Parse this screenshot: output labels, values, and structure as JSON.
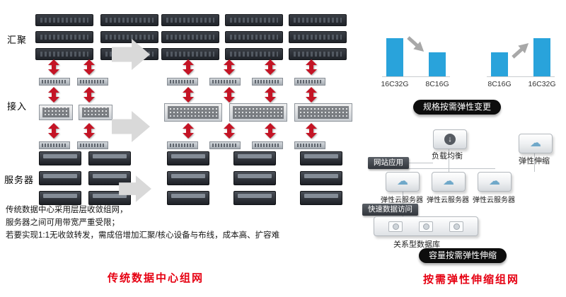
{
  "left": {
    "layer_labels": [
      "汇聚",
      "接入",
      "服务器"
    ],
    "notes": [
      "传统数据中心采用层层收敛组网，",
      "服务器之间可用带宽严重受限；",
      "若要实现1:1无收敛转发，需成倍增加汇聚/核心设备与布线，成本高、扩容难"
    ],
    "caption": "传统数据中心组网"
  },
  "right": {
    "charts": [
      {
        "labels": [
          "16C32G",
          "8C16G"
        ],
        "trend": "down"
      },
      {
        "labels": [
          "8C16G",
          "16C32G"
        ],
        "trend": "up"
      }
    ],
    "spec_banner": "规格按需弹性变更",
    "scale_banner": "容量按需弹性伸缩",
    "caption": "按需弹性伸缩组网",
    "nodes": {
      "load_balancer": "负载均衡",
      "web_app": "网站应用",
      "auto_scaling": "弹性伸缩",
      "ecs": "弹性云服务器",
      "fast_access": "快速数据访问",
      "database": "关系型数据库"
    }
  },
  "colors": {
    "accent_red": "#e60012",
    "arrow_red": "#c41425",
    "bar_blue": "#29a3db",
    "banner_black": "#0d0d0d"
  }
}
